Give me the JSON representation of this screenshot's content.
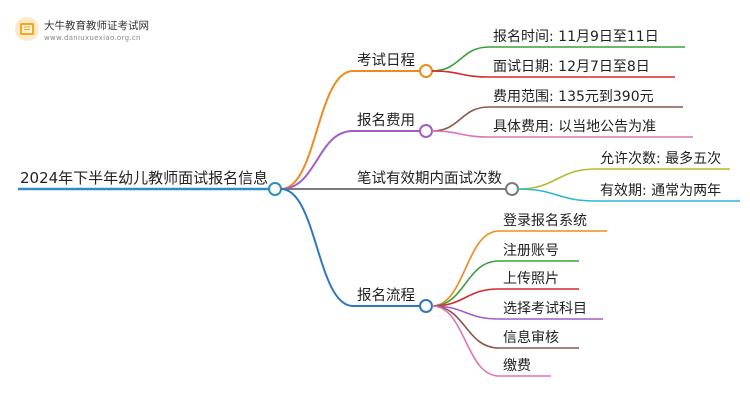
{
  "brand": {
    "name": "大牛教育教师证考试网",
    "url": "www.daniuxuexiao.org.cn"
  },
  "root": {
    "label": "2024年下半年幼儿教师面试报名信息",
    "color": "#2d8fbf"
  },
  "branches": [
    {
      "label": "考试日程",
      "color": "#f08a1c",
      "children": [
        {
          "label": "报名时间: 11月9日至11日",
          "color": "#3aa13a"
        },
        {
          "label": "面试日期: 12月7日至8日",
          "color": "#d62a2a"
        }
      ]
    },
    {
      "label": "报名费用",
      "color": "#a05cc8",
      "children": [
        {
          "label": "费用范围: 135元到390元",
          "color": "#8a5a4a"
        },
        {
          "label": "具体费用: 以当地公告为准",
          "color": "#e070b8"
        }
      ]
    },
    {
      "label": "笔试有效期内面试次数",
      "color": "#7a7a7a",
      "children": [
        {
          "label": "允许次数: 最多五次",
          "color": "#b8b82a"
        },
        {
          "label": "有效期: 通常为两年",
          "color": "#2ab8d0"
        }
      ]
    },
    {
      "label": "报名流程",
      "color": "#2d78c0",
      "children": [
        {
          "label": "登录报名系统",
          "color": "#f08a1c"
        },
        {
          "label": "注册账号",
          "color": "#3aa13a"
        },
        {
          "label": "上传照片",
          "color": "#d62a2a"
        },
        {
          "label": "选择考试科目",
          "color": "#a05cc8"
        },
        {
          "label": "信息审核",
          "color": "#8a5a4a"
        },
        {
          "label": "缴费",
          "color": "#e070b8"
        }
      ]
    }
  ]
}
